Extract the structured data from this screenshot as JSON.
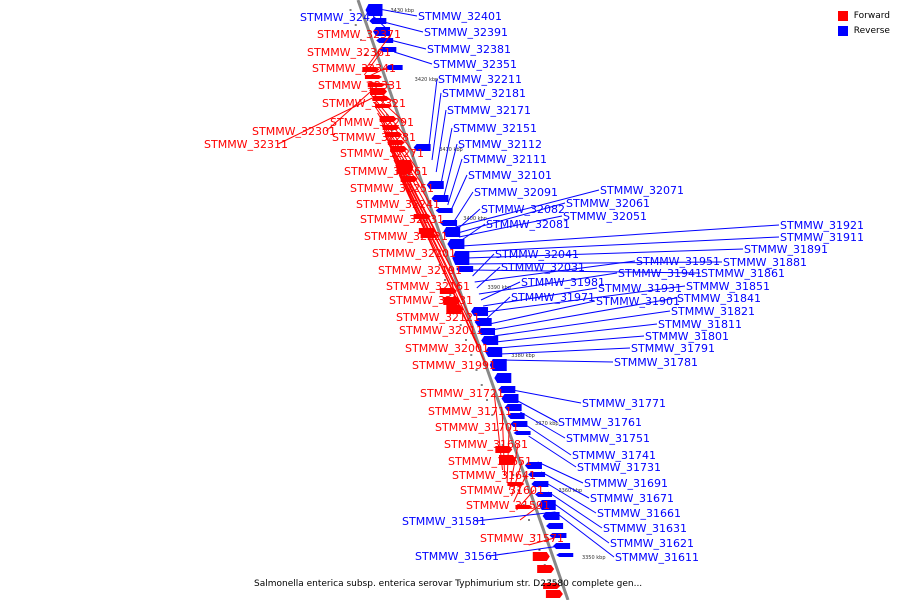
{
  "colors": {
    "forward": "#ff0000",
    "reverse": "#0000ff",
    "axis": "#888888"
  },
  "legend": [
    {
      "label": "Forward",
      "color": "#ff0000"
    },
    {
      "label": "Reverse",
      "color": "#0000ff"
    }
  ],
  "caption": "Salmonella enterica subsp. enterica serovar Typhimurium str. D23580 complete gen...",
  "kbp_ticks": [
    "3430 kbp",
    "3420 kbp",
    "3410 kbp",
    "3400 kbp",
    "3390 kbp",
    "3380 kbp",
    "3370 kbp",
    "3360 kbp",
    "3350 kbp"
  ],
  "forward_genes": [
    "STMMW_32371",
    "STMMW_32361",
    "STMMW_32341",
    "STMMW_32331",
    "STMMW_32321",
    "STMMW_32291",
    "STMMW_32301",
    "STMMW_32281",
    "STMMW_32311",
    "STMMW_32271",
    "STMMW_32261",
    "STMMW_32251",
    "STMMW_32241",
    "STMMW_32231",
    "STMMW_32221",
    "STMMW_32201",
    "STMMW_32191",
    "STMMW_32161",
    "STMMW_32131",
    "STMMW_32121",
    "STMMW_32011",
    "STMMW_32001",
    "STMMW_31991",
    "STMMW_31721",
    "STMMW_31711",
    "STMMW_31701",
    "STMMW_31681",
    "STMMW_31651",
    "STMMW_31641",
    "STMMW_31601",
    "STMMW_31591",
    "STMMW_31571"
  ],
  "reverse_genes": [
    "STMMW_32411",
    "STMMW_32401",
    "STMMW_32391",
    "STMMW_32381",
    "STMMW_32351",
    "STMMW_32211",
    "STMMW_32181",
    "STMMW_32171",
    "STMMW_32151",
    "STMMW_32112",
    "STMMW_32111",
    "STMMW_32101",
    "STMMW_32091",
    "STMMW_32071",
    "STMMW_32082",
    "STMMW_32061",
    "STMMW_32051",
    "STMMW_32081",
    "STMMW_31921",
    "STMMW_31911",
    "STMMW_31891",
    "STMMW_31881",
    "STMMW_31861",
    "STMMW_32041",
    "STMMW_31951",
    "STMMW_32031",
    "STMMW_31941",
    "STMMW_31981",
    "STMMW_31931",
    "STMMW_31851",
    "STMMW_31971",
    "STMMW_31901",
    "STMMW_31841",
    "STMMW_31821",
    "STMMW_31811",
    "STMMW_31801",
    "STMMW_31791",
    "STMMW_31781",
    "STMMW_31771",
    "STMMW_31761",
    "STMMW_31751",
    "STMMW_31741",
    "STMMW_31731",
    "STMMW_31691",
    "STMMW_31671",
    "STMMW_31661",
    "STMMW_31631",
    "STMMW_31621",
    "STMMW_31611",
    "STMMW_31581",
    "STMMW_31561"
  ]
}
